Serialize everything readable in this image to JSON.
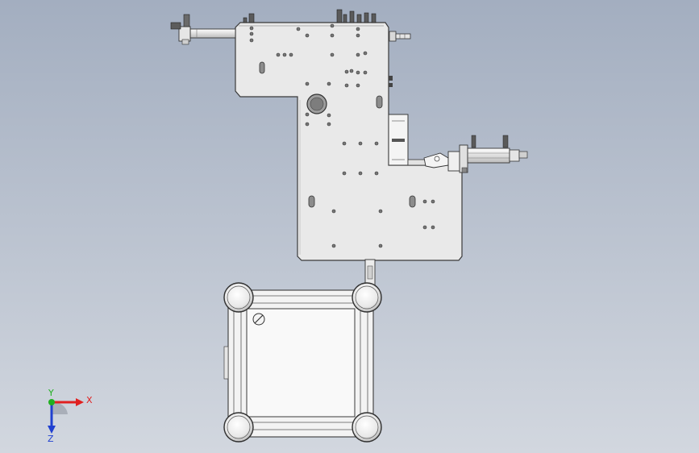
{
  "viewport": {
    "background_top": "#a3aec0",
    "background_bottom": "#d2d7df"
  },
  "triad": {
    "x_label": "X",
    "y_label": "Y",
    "z_label": "Z",
    "x_color": "#e02020",
    "y_color": "#20b020",
    "z_color": "#2040d0"
  },
  "model": {
    "plate_fill": "#e9e9e9",
    "line_color": "#3a3a3a",
    "frame_fill": "#f2f2f2"
  }
}
